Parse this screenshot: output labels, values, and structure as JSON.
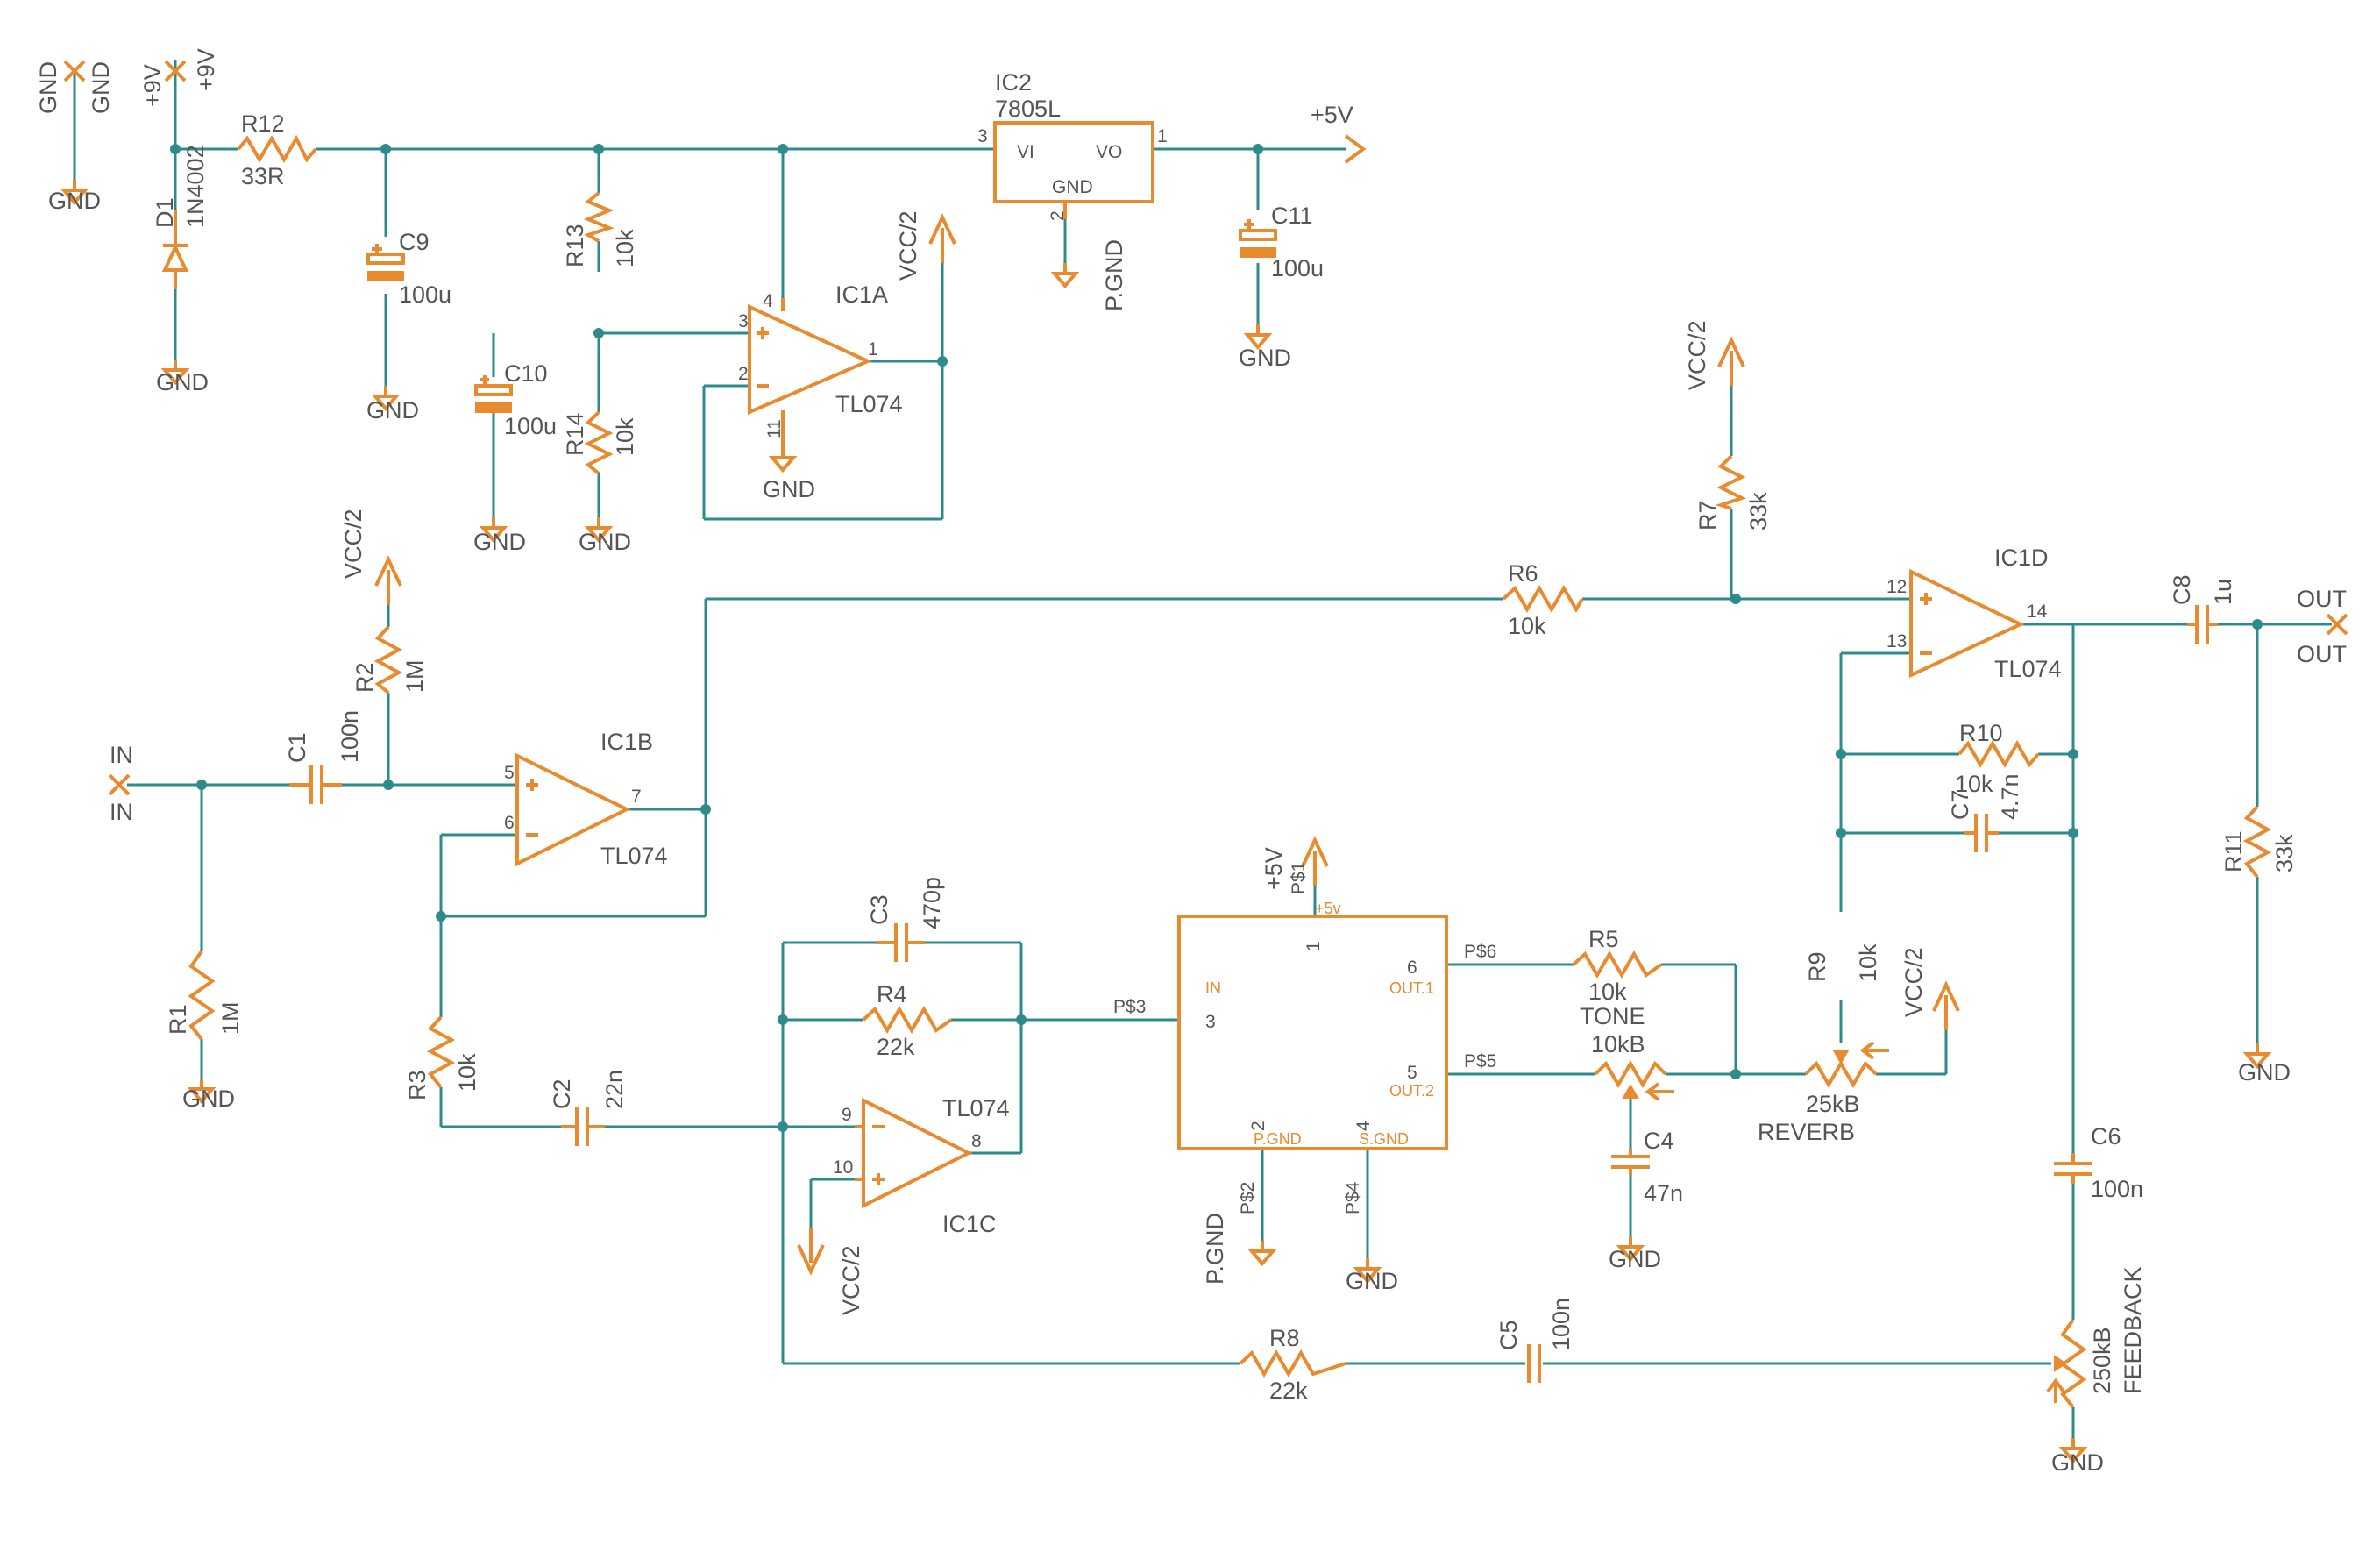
{
  "colors": {
    "wire": "#2e8b8b",
    "component": "#e88a2e",
    "text": "#555555",
    "background": "#ffffff"
  },
  "supply": {
    "gnd_a": "GND",
    "gnd_b": "GND",
    "v9_a": "+9V",
    "v9_b": "+9V",
    "r12": {
      "name": "R12",
      "value": "33R"
    },
    "d1": {
      "name": "D1",
      "value": "1N4002"
    },
    "c9": {
      "name": "C9",
      "value": "100u"
    },
    "r13": {
      "name": "R13",
      "value": "10k"
    },
    "r14": {
      "name": "R14",
      "value": "10k"
    },
    "c10": {
      "name": "C10",
      "value": "100u"
    },
    "ic2": {
      "name": "IC2",
      "value": "7805L",
      "vi": "VI",
      "vo": "VO",
      "gnd": "GND",
      "pin_in": "3",
      "pin_out": "1",
      "pin_gnd": "2",
      "pgnd": "P.GND"
    },
    "c11": {
      "name": "C11",
      "value": "100u"
    },
    "v5": "+5V",
    "ic1a": {
      "name": "IC1A",
      "part": "TL074",
      "pin_plus": "3",
      "pin_minus": "2",
      "pin_out": "1",
      "pin_vcc": "4",
      "pin_gnd": "11",
      "vref": "VCC/2"
    },
    "grounds": {
      "d1": "GND",
      "c9": "GND",
      "c10": "GND",
      "r14": "GND",
      "ic1a": "GND",
      "c11": "GND",
      "gnd_flag": "GND"
    }
  },
  "input_stage": {
    "in_a": "IN",
    "in_b": "IN",
    "c1": {
      "name": "C1",
      "value": "100n"
    },
    "r1": {
      "name": "R1",
      "value": "1M"
    },
    "r2": {
      "name": "R2",
      "value": "1M"
    },
    "vcc2": "VCC/2",
    "r1_gnd": "GND",
    "ic1b": {
      "name": "IC1B",
      "part": "TL074",
      "pin_plus": "5",
      "pin_minus": "6",
      "pin_out": "7"
    },
    "r3": {
      "name": "R3",
      "value": "10k"
    },
    "c2": {
      "name": "C2",
      "value": "22n"
    }
  },
  "ic1c_stage": {
    "c3": {
      "name": "C3",
      "value": "470p"
    },
    "r4": {
      "name": "R4",
      "value": "22k"
    },
    "ic1c": {
      "name": "IC1C",
      "part": "TL074",
      "pin_minus": "9",
      "pin_plus": "10",
      "pin_out": "8"
    },
    "vcc2": "VCC/2"
  },
  "module": {
    "p1": "P$1",
    "v5": "+5V",
    "v5_small": "+5v",
    "pin1": "1",
    "in_label": "IN",
    "pin3": "3",
    "p3": "P$3",
    "out1_label": "OUT.1",
    "pin6": "6",
    "p6": "P$6",
    "out2_label": "OUT.2",
    "pin5": "5",
    "p5": "P$5",
    "pgnd_label": "P.GND",
    "pin2": "2",
    "p2": "P$2",
    "pgnd_sym": "P.GND",
    "sgnd_label": "S.GND",
    "pin4": "4",
    "p4": "P$4",
    "gnd": "GND"
  },
  "tone": {
    "r5": {
      "name": "R5",
      "value": "10k"
    },
    "tone_label": "TONE",
    "tone_value": "10kB",
    "c4": {
      "name": "C4",
      "value": "47n"
    },
    "c4_gnd": "GND",
    "reverb_value": "25kB",
    "reverb_label": "REVERB",
    "r9": {
      "name": "R9",
      "value": "10k"
    },
    "vcc2": "VCC/2"
  },
  "output_stage": {
    "vcc2": "VCC/2",
    "r7": {
      "name": "R7",
      "value": "33k"
    },
    "r6": {
      "name": "R6",
      "value": "10k"
    },
    "ic1d": {
      "name": "IC1D",
      "part": "TL074",
      "pin_plus": "12",
      "pin_minus": "13",
      "pin_out": "14"
    },
    "c8": {
      "name": "C8",
      "value": "1u"
    },
    "out_a": "OUT",
    "out_b": "OUT",
    "r10": {
      "name": "R10",
      "value": "10k"
    },
    "c7": {
      "name": "C7",
      "value": "4.7n"
    },
    "r11": {
      "name": "R11",
      "value": "33k"
    },
    "r11_gnd": "GND",
    "c6": {
      "name": "C6",
      "value": "100n"
    },
    "feedback_value": "250kB",
    "feedback_label": "FEEDBACK",
    "feedback_gnd": "GND",
    "r8": {
      "name": "R8",
      "value": "22k"
    },
    "c5": {
      "name": "C5",
      "value": "100n"
    }
  }
}
